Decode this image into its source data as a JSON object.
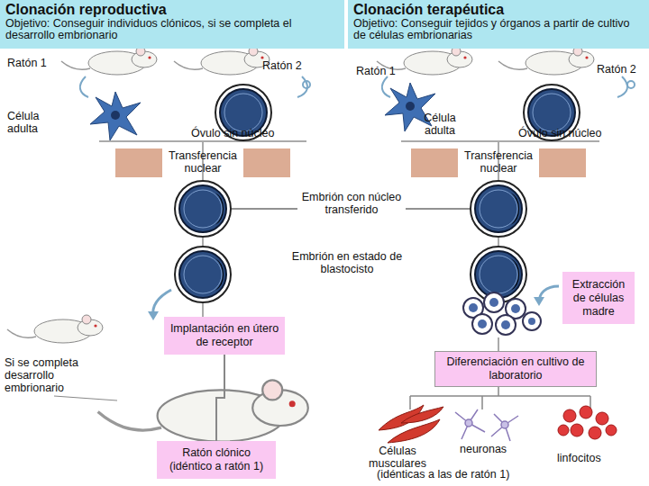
{
  "diagram": {
    "nodes": [
      {
        "text": [
          "Clonación reproductiva",
          "Objetivo: Conseguir individuos clónicos, si se completa el desarrollo embrionario"
        ]
      },
      {
        "text": [
          "Clonación terapéutica",
          "Objetivo: Conseguir tejidos y órganos a partir de cultivo de células embrionarias"
        ]
      },
      {
        "text": [
          "Extracción de células madre"
        ]
      },
      {
        "text": [
          "Implantación en útero de receptor"
        ]
      },
      {
        "text": [
          "Diferenciación en cultivo de laboratorio"
        ]
      },
      {
        "text": [
          "Ratón clónico (idéntico a ratón 1)"
        ]
      }
    ],
    "edges": [
      {
        "from": 3,
        "to": 5,
        "arrow": "none"
      }
    ],
    "labels": [
      "Ratón 1",
      "Ratón 2",
      "Célula adulta",
      "Óvulo sin núcleo",
      "Ratón 1",
      "Ratón 2",
      "Célula adulta",
      "Óvulo sin núcleo",
      "Transferencia nuclear",
      "Transferencia nuclear",
      "Embrión con núcleo transferido",
      "Embrión en estado de blastocisto",
      "Si se completa desarrollo embrionario",
      "Células musculares",
      "neuronas",
      "linfocitos",
      "(idénticas a las de ratón 1)"
    ]
  }
}
